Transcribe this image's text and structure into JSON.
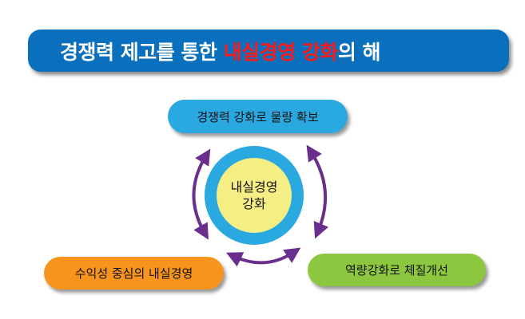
{
  "banner": {
    "prefix": "경쟁력 제고를 통한 ",
    "highlight": "내실경영 강화",
    "suffix": "의 해"
  },
  "center": {
    "line1": "내실경영",
    "line2": "강화"
  },
  "nodes": {
    "top": "경쟁력 강화로 물량 확보",
    "left": "수익성 중심의 내실경영",
    "right": "역량강화로 체질개선"
  },
  "colors": {
    "banner": "#0a6fbd",
    "highlight": "#ff1a1a",
    "top": "#2aa8e0",
    "left": "#f7941d",
    "right": "#8dc63f",
    "center": "#f5ee84",
    "arrows": "#6a2e8f"
  }
}
